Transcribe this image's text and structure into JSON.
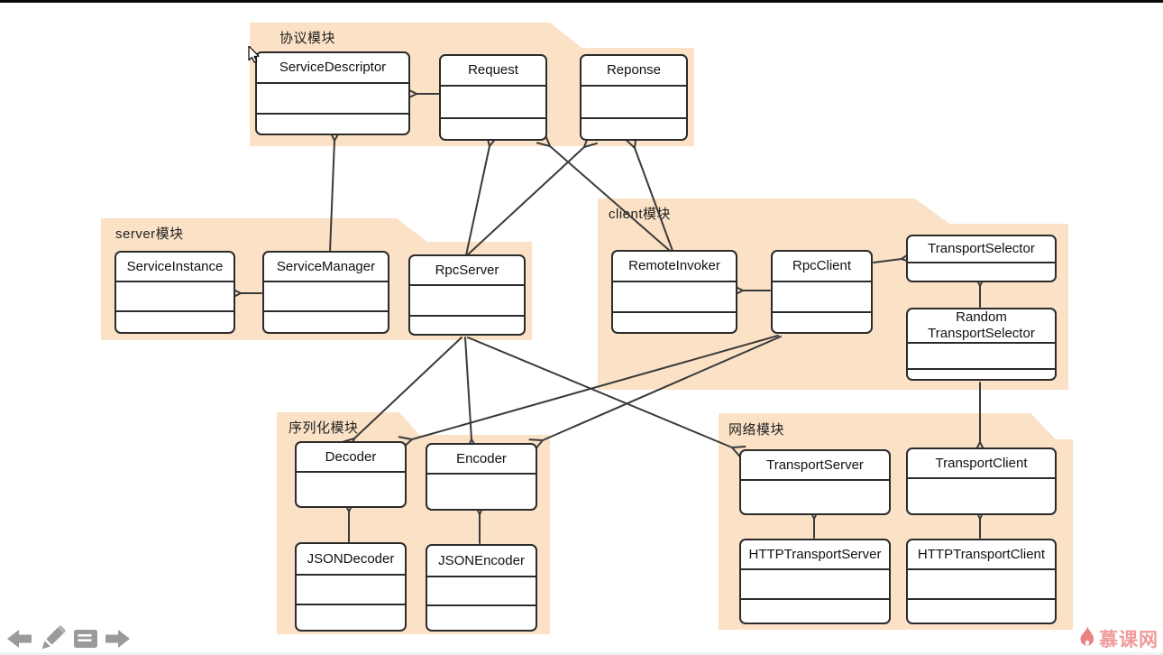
{
  "packages": [
    {
      "label": "协议模块"
    },
    {
      "label": "server模块"
    },
    {
      "label": "client模块"
    },
    {
      "label": "序列化模块"
    },
    {
      "label": "网络模块"
    }
  ],
  "classes": [
    {
      "name": "ServiceDescriptor"
    },
    {
      "name": "Request"
    },
    {
      "name": "Reponse"
    },
    {
      "name": "ServiceInstance"
    },
    {
      "name": "ServiceManager"
    },
    {
      "name": "RpcServer"
    },
    {
      "name": "RemoteInvoker"
    },
    {
      "name": "RpcClient"
    },
    {
      "name": "TransportSelector"
    },
    {
      "name": "Random TransportSelector"
    },
    {
      "name": "Decoder"
    },
    {
      "name": "Encoder"
    },
    {
      "name": "JSONDecoder"
    },
    {
      "name": "JSONEncoder"
    },
    {
      "name": "TransportServer"
    },
    {
      "name": "TransportClient"
    },
    {
      "name": "HTTPTransportServer"
    },
    {
      "name": "HTTPTransportClient"
    }
  ],
  "edges": [
    {
      "from": "Request",
      "to": "ServiceDescriptor",
      "type": "association"
    },
    {
      "from": "ServiceManager",
      "to": "ServiceDescriptor",
      "type": "association"
    },
    {
      "from": "RpcServer",
      "to": "Request",
      "type": "association"
    },
    {
      "from": "RpcServer",
      "to": "Reponse",
      "type": "association"
    },
    {
      "from": "RemoteInvoker",
      "to": "Request",
      "type": "association"
    },
    {
      "from": "RemoteInvoker",
      "to": "Reponse",
      "type": "association"
    },
    {
      "from": "ServiceManager",
      "to": "ServiceInstance",
      "type": "association"
    },
    {
      "from": "RpcClient",
      "to": "RemoteInvoker",
      "type": "association"
    },
    {
      "from": "RpcClient",
      "to": "TransportSelector",
      "type": "association"
    },
    {
      "from": "RpcServer",
      "to": "Decoder",
      "type": "association"
    },
    {
      "from": "RpcServer",
      "to": "Encoder",
      "type": "association"
    },
    {
      "from": "RpcServer",
      "to": "TransportServer",
      "type": "association"
    },
    {
      "from": "RpcClient",
      "to": "Decoder",
      "type": "association"
    },
    {
      "from": "RpcClient",
      "to": "Encoder",
      "type": "association"
    },
    {
      "from": "RandomTransportSelector",
      "to": "TransportClient",
      "type": "association"
    },
    {
      "from": "RandomTransportSelector",
      "to": "TransportSelector",
      "type": "inheritance"
    },
    {
      "from": "JSONDecoder",
      "to": "Decoder",
      "type": "inheritance"
    },
    {
      "from": "JSONEncoder",
      "to": "Encoder",
      "type": "inheritance"
    },
    {
      "from": "HTTPTransportServer",
      "to": "TransportServer",
      "type": "inheritance"
    },
    {
      "from": "HTTPTransportClient",
      "to": "TransportClient",
      "type": "inheritance"
    }
  ],
  "toolbar": {
    "icons": [
      "back-arrow",
      "pencil",
      "notes",
      "forward-arrow"
    ]
  },
  "watermark": {
    "text": "慕课网"
  },
  "colors": {
    "package_fill": "#fbe2c6",
    "box_border": "#2b2b2b",
    "arrow": "#3a3a3a",
    "toolbar_icon": "#9a9a9a",
    "watermark": "#f09c9c"
  }
}
